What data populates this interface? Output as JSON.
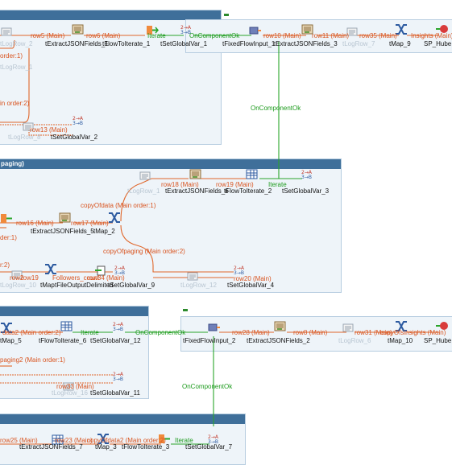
{
  "subjobs": {
    "a_title": "",
    "b_title": "paging)",
    "c_title": "",
    "d_title": "",
    "e_title": ""
  },
  "components": {
    "c1": "tExtractJSONFields_1",
    "c2": "tFlowToIterate_1",
    "c3": "tSetGlobalVar_1",
    "c4": "tFixedFlowInput_1",
    "c5": "tExtractJSONFields_3",
    "c6": "tLogRow_7",
    "c7": "tMap_9",
    "c8": "SP_Hube",
    "c9": "tLogRow_8",
    "c10": "tSetGlobalVar_2",
    "c11": "tLogRow_2",
    "c12": "tLogRow_1",
    "c13": "tExtractJSONFields_6",
    "c14": "tFlowToIterate_2",
    "c15": "tSetGlobalVar_3",
    "c16": "tExtractJSONFields_5",
    "c17": "tMap_2",
    "c18": "tMap",
    "c19": "tFileOutputDelimited",
    "c20": "tSetGlobalVar_9",
    "c21": "tLogRow_12",
    "c22": "tSetGlobalVar_4",
    "c23": "tLogRow_10",
    "c24": "tMap_5",
    "c25": "tFlowToIterate_6",
    "c26": "tSetGlobalVar_12",
    "c27": "tFixedFlowInput_2",
    "c28": "tExtractJSONFields_2",
    "c29": "tLogRow_6",
    "c30": "tMap_10",
    "c31": "SP_Hube",
    "c32": "tLogRow_16",
    "c33": "tSetGlobalVar_11",
    "c34": "tExtractJSONFields_7",
    "c35": "tMap_3",
    "c36": "tFlowToIterate_3",
    "c37": "tSetGlobalVar_7"
  },
  "links": {
    "l1": "row5 (Main)",
    "l2": "row6 (Main)",
    "l3": "Iterate",
    "l4": "OnComponentOk",
    "l5": "row10 (Main)",
    "l6": "row11 (Main)",
    "l7": "row35 (Main)",
    "l8": "Insights (Main)",
    "l9": "order:1)",
    "l10": "in order:2)",
    "l11": "row13 (Main)",
    "l12": "OnComponentOk",
    "l13": "row18 (Main)",
    "l14": "row19 (Main)",
    "l15": "Iterate",
    "l16": "copyOfdata (Main order:1)",
    "l17": "row16 (Main)",
    "l18": "row17 (Main)",
    "l19": "der:1)",
    "l20": "copyOfpaging (Main order:2)",
    "l21": "r:2)",
    "l22": "row34 (Main)",
    "l23": "row20 (Main)",
    "l24": "row2",
    "l25": "row19",
    "l26": "row32",
    "l27": "Followers_count",
    "l28": "data2 (Main order:2)",
    "l29": "Iterate",
    "l30": "OnComponentOk",
    "l31": "row28 (Main)",
    "l32": "row8 (Main)",
    "l33": "row31 (Main)",
    "l34": "copyOfsinsights (Main)",
    "l35": "paging2 (Main order:1)",
    "l36": "row33 (Main)",
    "l37": "OnComponentOk",
    "l38": "row25 (Main)",
    "l39": "row23 (Main)",
    "l40": "copyOfdata2 (Main order:2)",
    "l41": "Iterate"
  }
}
